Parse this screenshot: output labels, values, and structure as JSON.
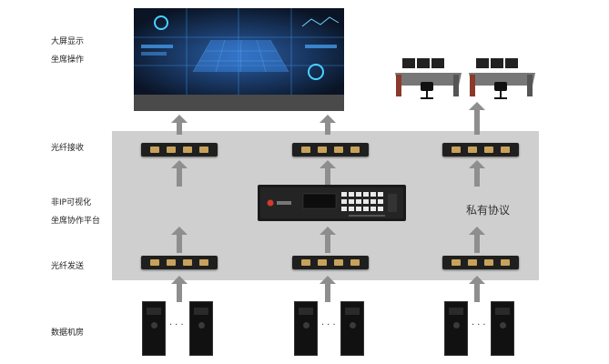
{
  "labels": {
    "screen_line1": "大屏显示",
    "screen_line2": "坐席操作",
    "fiber_receive": "光纤接收",
    "platform_line1": "非IP可视化",
    "platform_line2": "坐席协作平台",
    "fiber_send": "光纤发送",
    "data_room": "数据机房",
    "private_protocol": "私有协议"
  },
  "colors": {
    "panel": "#cfcfcf",
    "arrow": "#8e8e8e",
    "video_wall_accent": "#2f7fd6"
  },
  "icons": [
    "video-wall-icon",
    "control-desk-icon",
    "transmitter-icon",
    "receiver-icon",
    "matrix-switch-icon",
    "server-rack-icon"
  ]
}
